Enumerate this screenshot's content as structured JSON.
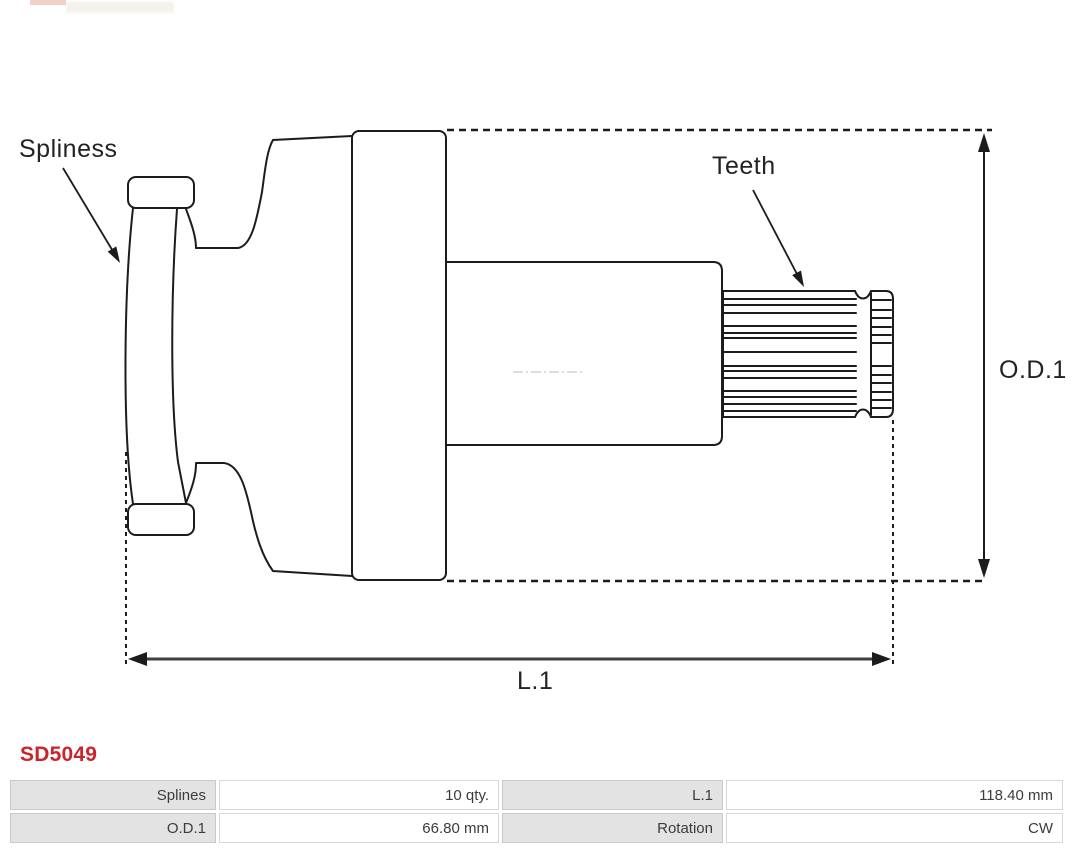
{
  "part": {
    "number": "SD5049"
  },
  "diagram": {
    "labels": {
      "spliness": "Spliness",
      "teeth": "Teeth",
      "od1": "O.D.1",
      "l1": "L.1"
    }
  },
  "specs": {
    "rows": [
      {
        "label1": "Splines",
        "value1": "10 qty.",
        "label2": "L.1",
        "value2": "118.40 mm"
      },
      {
        "label1": "O.D.1",
        "value1": "66.80 mm",
        "label2": "Rotation",
        "value2": "CW"
      }
    ]
  },
  "colors": {
    "part_number": "#c9252b",
    "drawing_line": "#1c1c1c",
    "dimension_line": "#3f3f3f",
    "centerline": "#c9c6bf",
    "table_label_bg": "#e3e3e3",
    "table_border": "#c9c9c9",
    "table_text": "#3c3c3c"
  }
}
